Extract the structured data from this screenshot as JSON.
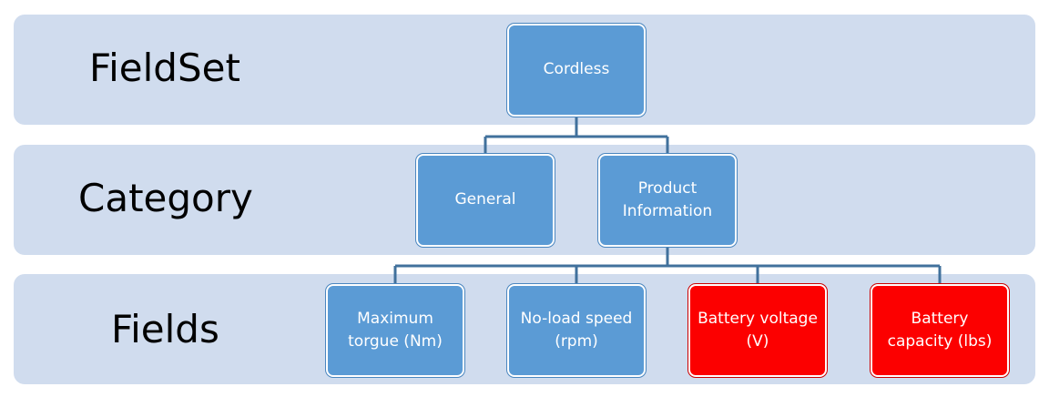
{
  "levels": {
    "fieldset": "FieldSet",
    "category": "Category",
    "fields": "Fields"
  },
  "nodes": {
    "cordless": "Cordless",
    "general": "General",
    "product_information": "Product Information",
    "maximum_torque": "Maximum torgue (Nm)",
    "no_load_speed": "No-load speed (rpm)",
    "battery_voltage": "Battery voltage (V)",
    "battery_capacity": "Battery capacity (lbs)"
  },
  "colors": {
    "band": "#d0dcee",
    "node_blue": "#5b9bd5",
    "node_red": "#fc0000",
    "connector": "#41719c"
  }
}
